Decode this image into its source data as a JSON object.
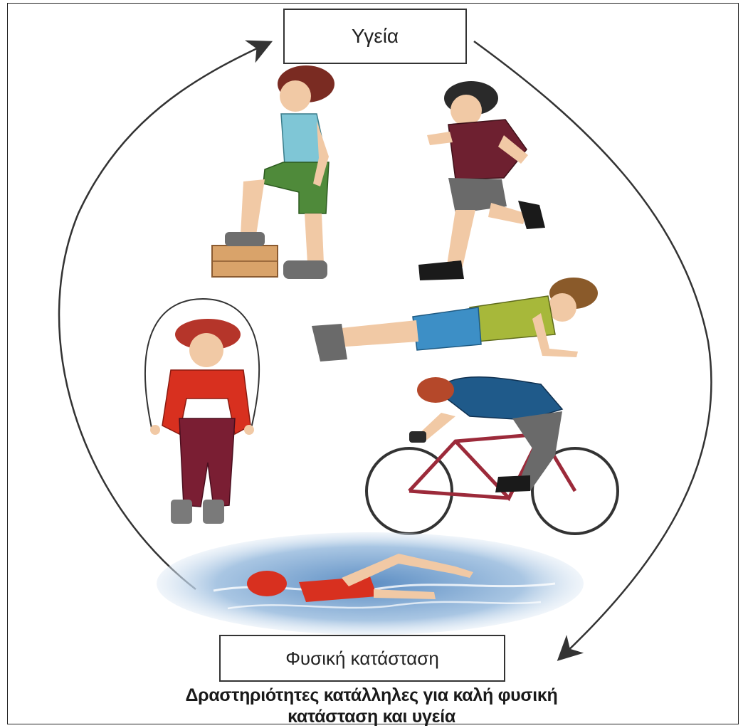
{
  "diagram": {
    "top_label": "Υγεία",
    "bottom_label": "Φυσική κατάσταση",
    "caption_line1": "Δραστηριότητες κατάλληλες για καλή φυσική",
    "caption_line2": "κατάσταση και υγεία"
  },
  "colors": {
    "frame": "#222222",
    "arrow": "#333333",
    "water": "#8fb6da"
  },
  "illustrations": [
    "step-up-girl",
    "running-boy",
    "push-up-boy",
    "jump-rope-girl",
    "cyclist",
    "swimmer"
  ]
}
